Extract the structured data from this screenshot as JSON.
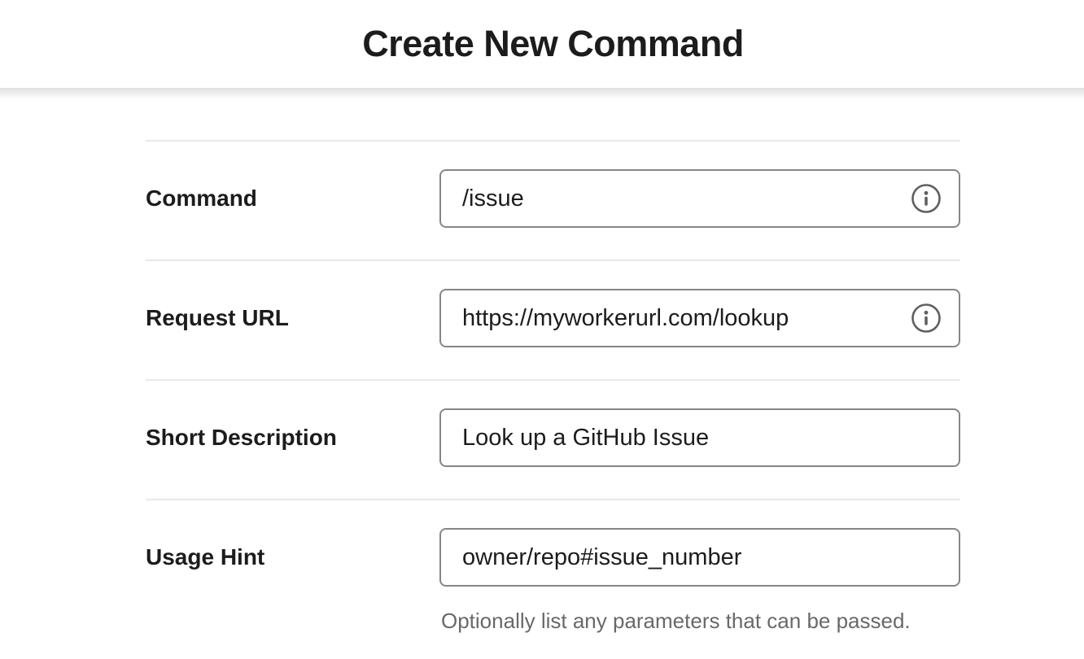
{
  "header": {
    "title": "Create New Command"
  },
  "form": {
    "fields": [
      {
        "label": "Command",
        "value": "/issue",
        "info_icon": "info-icon"
      },
      {
        "label": "Request URL",
        "value": "https://myworkerurl.com/lookup",
        "info_icon": "info-icon"
      },
      {
        "label": "Short Description",
        "value": "Look up a GitHub Issue"
      },
      {
        "label": "Usage Hint",
        "value": "owner/repo#issue_number",
        "helper": "Optionally list any parameters that can be passed."
      }
    ]
  },
  "colors": {
    "text": "#1d1c1d",
    "input_border": "#868686",
    "divider": "#e8e8e8",
    "helper_text": "#696969",
    "icon": "#616061",
    "background": "#ffffff"
  }
}
